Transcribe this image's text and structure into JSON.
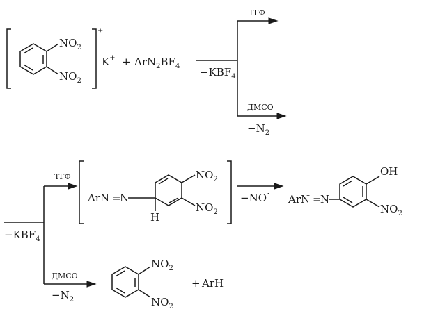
{
  "reaction1": {
    "ring_substituent_top": "NO",
    "ring_substituent_top_sub": "2",
    "ring_substituent_bottom": "NO",
    "ring_substituent_bottom_sub": "2",
    "bracket_charge": "±",
    "cation": "K",
    "cation_charge": "+",
    "plus": "+",
    "reagent_prefix": "ArN",
    "reagent_sub1": "2",
    "reagent_mid": "BF",
    "reagent_sub2": "4",
    "arrow_below_label": "−KBF",
    "arrow_below_label_sub": "4",
    "upper_branch_condition": "ТГФ",
    "lower_branch_condition": "ДМСО",
    "lower_branch_loss": "−N",
    "lower_branch_loss_sub": "2"
  },
  "reaction2": {
    "arrow_below_label": "−KBF",
    "arrow_below_label_sub": "4",
    "upper_branch_condition": "ТГФ",
    "intermediate_arN": "ArN",
    "intermediate_eq": "=",
    "intermediate_N": "N",
    "intermediate_H": "H",
    "intermediate_no2_top": "NO",
    "intermediate_no2_top_sub": "2",
    "intermediate_no2_bottom": "NO",
    "intermediate_no2_bottom_sub": "2",
    "elimination_label": "−NO",
    "elimination_dot": "·",
    "product_arN": "ArN",
    "product_eq": "=",
    "product_N": "N",
    "product_oh": "OH",
    "product_no2": "NO",
    "product_no2_sub": "2",
    "lower_branch_condition": "ДМСО",
    "lower_branch_loss": "−N",
    "lower_branch_loss_sub": "2",
    "product2_no2_top": "NO",
    "product2_no2_top_sub": "2",
    "product2_no2_bottom": "NO",
    "product2_no2_bottom_sub": "2",
    "plus": "+",
    "byproduct": "ArH"
  }
}
